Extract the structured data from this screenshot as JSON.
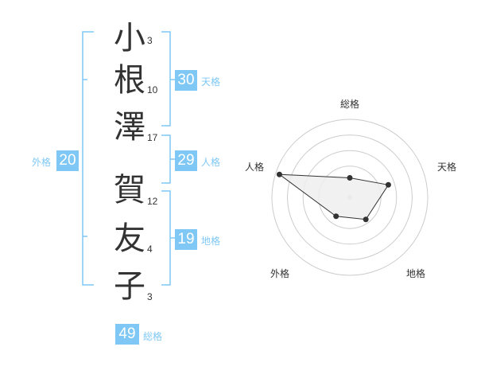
{
  "name": {
    "characters": [
      {
        "char": "小",
        "strokes": "3"
      },
      {
        "char": "根",
        "strokes": "10"
      },
      {
        "char": "澤",
        "strokes": "17"
      },
      {
        "char": "賀",
        "strokes": "12"
      },
      {
        "char": "友",
        "strokes": "4"
      },
      {
        "char": "子",
        "strokes": "3"
      }
    ]
  },
  "fortunes": {
    "tenkaku": {
      "value": "30",
      "label": "天格"
    },
    "jinkaku": {
      "value": "29",
      "label": "人格"
    },
    "chikaku": {
      "value": "19",
      "label": "地格"
    },
    "gaikaku": {
      "value": "20",
      "label": "外格"
    },
    "soukaku": {
      "value": "49",
      "label": "総格"
    }
  },
  "radar": {
    "axes": [
      "総格",
      "天格",
      "地格",
      "外格",
      "人格"
    ],
    "values": [
      0.25,
      0.52,
      0.35,
      0.3,
      0.95
    ],
    "max": 1
  },
  "colors": {
    "accent": "#7fc8f5",
    "text": "#333333",
    "ring": "#cccccc",
    "polygon_fill": "#eeeeee",
    "polygon_stroke": "#333333"
  }
}
